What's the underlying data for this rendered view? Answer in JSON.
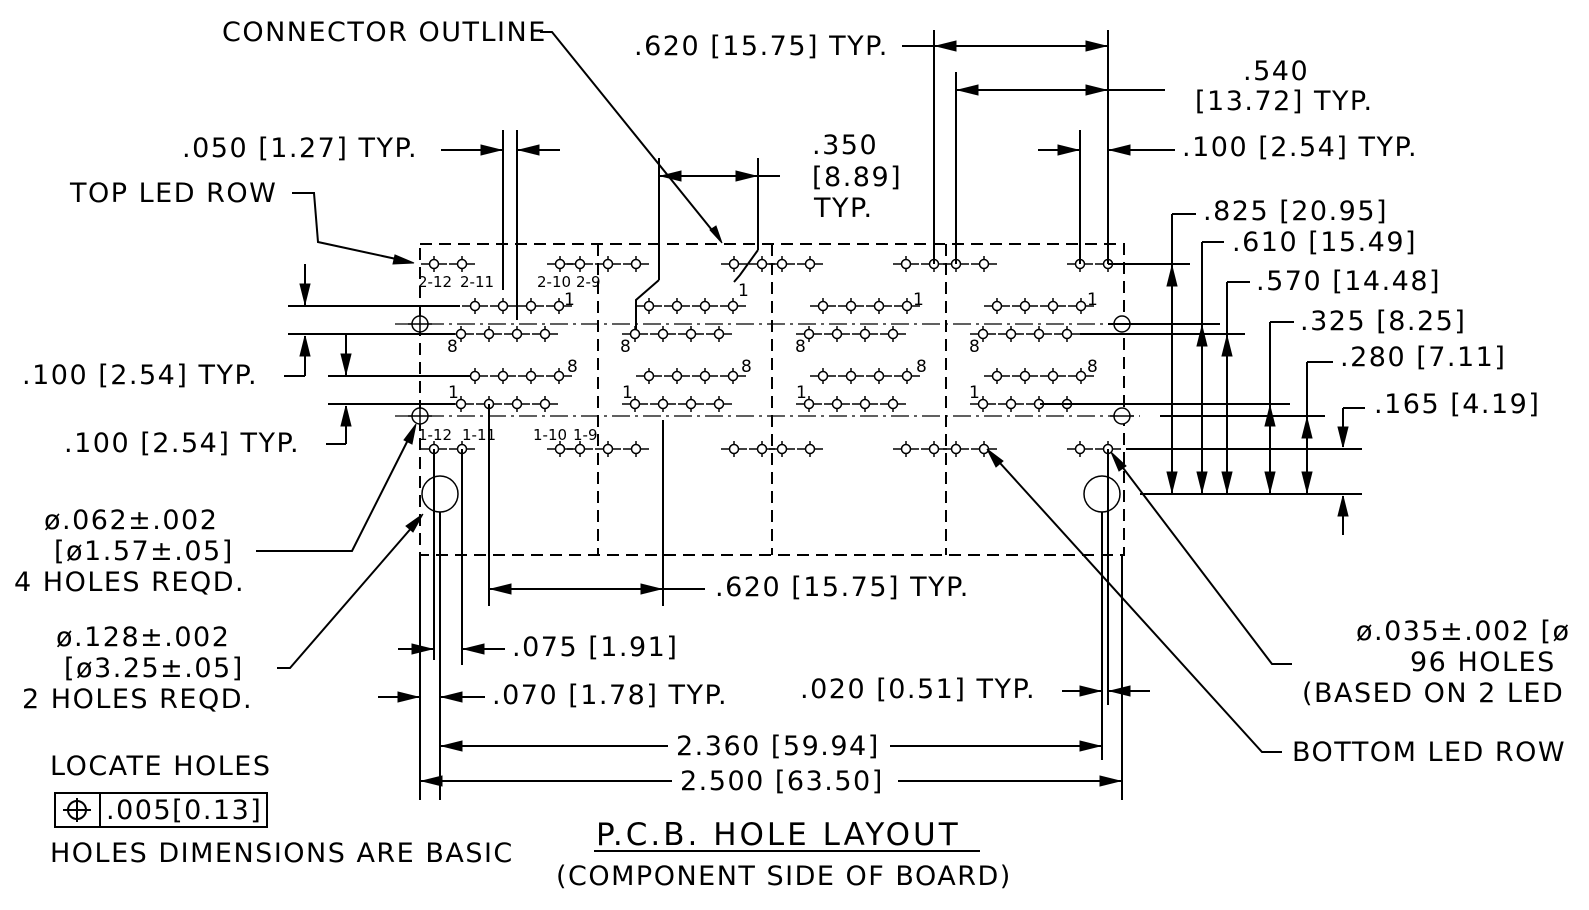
{
  "labels": {
    "connector_outline": "CONNECTOR OUTLINE",
    "top_led_row": "TOP LED ROW",
    "bottom_led_row": "BOTTOM LED ROW",
    "locate_holes": "LOCATE HOLES",
    "tolerance_value": ".005[0.13]",
    "holes_basic": "HOLES DIMENSIONS ARE BASIC",
    "title": "P.C.B. HOLE LAYOUT",
    "subtitle": "(COMPONENT SIDE OF BOARD)"
  },
  "dims": {
    "d620_top": ".620 [15.75] TYP.",
    "d540_a": ".540",
    "d540_b": "[13.72] TYP.",
    "d050": ".050 [1.27] TYP.",
    "d350_a": ".350",
    "d350_b": "[8.89]",
    "d350_c": "TYP.",
    "d100_right": ".100 [2.54] TYP.",
    "d825": ".825 [20.95]",
    "d610": ".610 [15.49]",
    "d570": ".570 [14.48]",
    "d325": ".325 [8.25]",
    "d280": ".280 [7.11]",
    "d165": ".165 [4.19]",
    "d100_left1": ".100 [2.54] TYP.",
    "d100_left2": ".100 [2.54] TYP.",
    "hole062_a": "ø.062±.002",
    "hole062_b": "[ø1.57±.05]",
    "hole062_c": "4 HOLES REQD.",
    "hole128_a": "ø.128±.002",
    "hole128_b": "[ø3.25±.05]",
    "hole128_c": "2 HOLES REQD.",
    "d620_bottom": ".620 [15.75] TYP.",
    "d075": ".075 [1.91]",
    "d070": ".070 [1.78] TYP.",
    "d020": ".020 [0.51] TYP.",
    "d2360": "2.360 [59.94]",
    "d2500": "2.500 [63.50]",
    "hole035_a": "ø.035±.002 [ø",
    "hole035_b": "96 HOLES",
    "hole035_c": "(BASED ON 2 LED"
  },
  "pin_labels": {
    "p2_12": "2-12",
    "p2_11": "2-11",
    "p2_10": "2-10",
    "p2_9": "2-9",
    "p1_12": "1-12",
    "p1_11": "1-11",
    "p1_10": "1-10",
    "p1_9": "1-9",
    "one": "1",
    "eight": "8"
  }
}
